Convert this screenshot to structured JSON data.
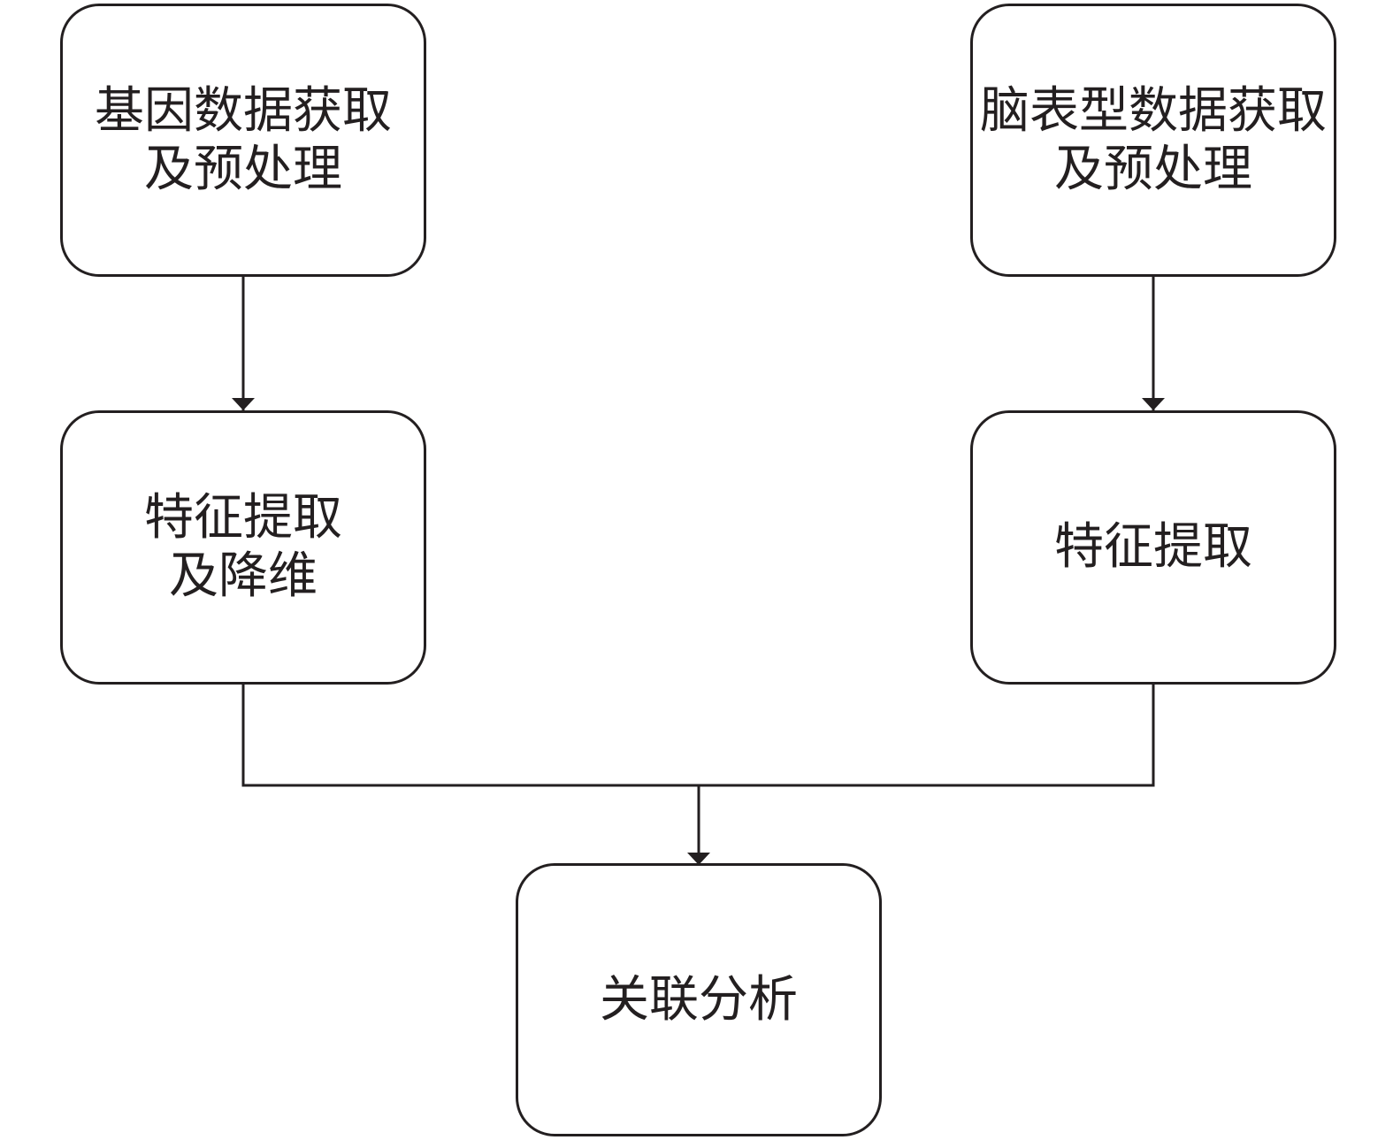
{
  "nodes": {
    "gene_acquisition": {
      "line1": "基因数据获取",
      "line2": "及预处理"
    },
    "brain_acquisition": {
      "line1": "脑表型数据获取",
      "line2": "及预处理"
    },
    "gene_feature": {
      "line1": "特征提取",
      "line2": "及降维"
    },
    "brain_feature": {
      "line1": "特征提取"
    },
    "association": {
      "line1": "关联分析"
    }
  },
  "colors": {
    "stroke": "#231f20",
    "background": "#ffffff"
  }
}
